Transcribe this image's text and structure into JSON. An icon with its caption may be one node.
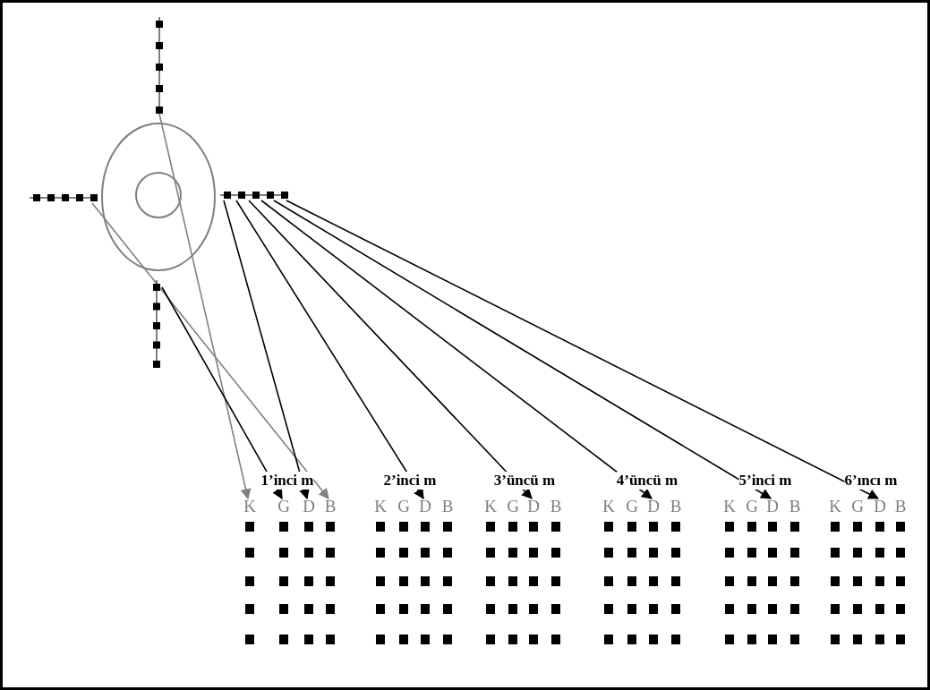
{
  "diagram": {
    "nodes": [
      {
        "text": [],
        "shape": "line"
      },
      {
        "text": [],
        "shape": "line"
      },
      {
        "text": [],
        "shape": "line"
      },
      {
        "text": [],
        "shape": "line"
      },
      {
        "text": [
          "K"
        ]
      },
      {
        "text": [
          "G"
        ]
      },
      {
        "text": [
          "D"
        ]
      },
      {
        "text": [
          "B"
        ]
      },
      {
        "text": [
          "K"
        ]
      },
      {
        "text": [
          "G"
        ]
      },
      {
        "text": [
          "D"
        ]
      },
      {
        "text": [
          "B"
        ]
      },
      {
        "text": [
          "K"
        ]
      },
      {
        "text": [
          "G"
        ]
      },
      {
        "text": [
          "D"
        ]
      },
      {
        "text": [
          "B"
        ]
      },
      {
        "text": [
          "K"
        ]
      },
      {
        "text": [
          "G"
        ]
      },
      {
        "text": [
          "D"
        ]
      },
      {
        "text": [
          "B"
        ]
      },
      {
        "text": [
          "K"
        ]
      },
      {
        "text": [
          "G"
        ]
      },
      {
        "text": [
          "D"
        ]
      },
      {
        "text": [
          "B"
        ]
      },
      {
        "text": [
          "K"
        ]
      },
      {
        "text": [
          "G"
        ]
      },
      {
        "text": [
          "D"
        ]
      },
      {
        "text": [
          "B"
        ]
      }
    ],
    "edges": [
      {
        "from": 0,
        "to": 4,
        "arrow": "to",
        "color": "#808080"
      },
      {
        "from": 1,
        "to": 7,
        "arrow": "to",
        "color": "#808080"
      },
      {
        "from": 3,
        "to": 5,
        "arrow": "to"
      },
      {
        "from": 2,
        "to": 6,
        "arrow": "to"
      },
      {
        "from": 2,
        "to": 10,
        "arrow": "to"
      },
      {
        "from": 2,
        "to": 14,
        "arrow": "to"
      },
      {
        "from": 2,
        "to": 18,
        "arrow": "to"
      },
      {
        "from": 2,
        "to": 22,
        "arrow": "to"
      },
      {
        "from": 2,
        "to": 26,
        "arrow": "to"
      }
    ],
    "labels": [
      "1’inci m",
      "2’inci m",
      "3’üncü m",
      "4’üncü m",
      "5’inci m",
      "6’ıncı m"
    ]
  }
}
